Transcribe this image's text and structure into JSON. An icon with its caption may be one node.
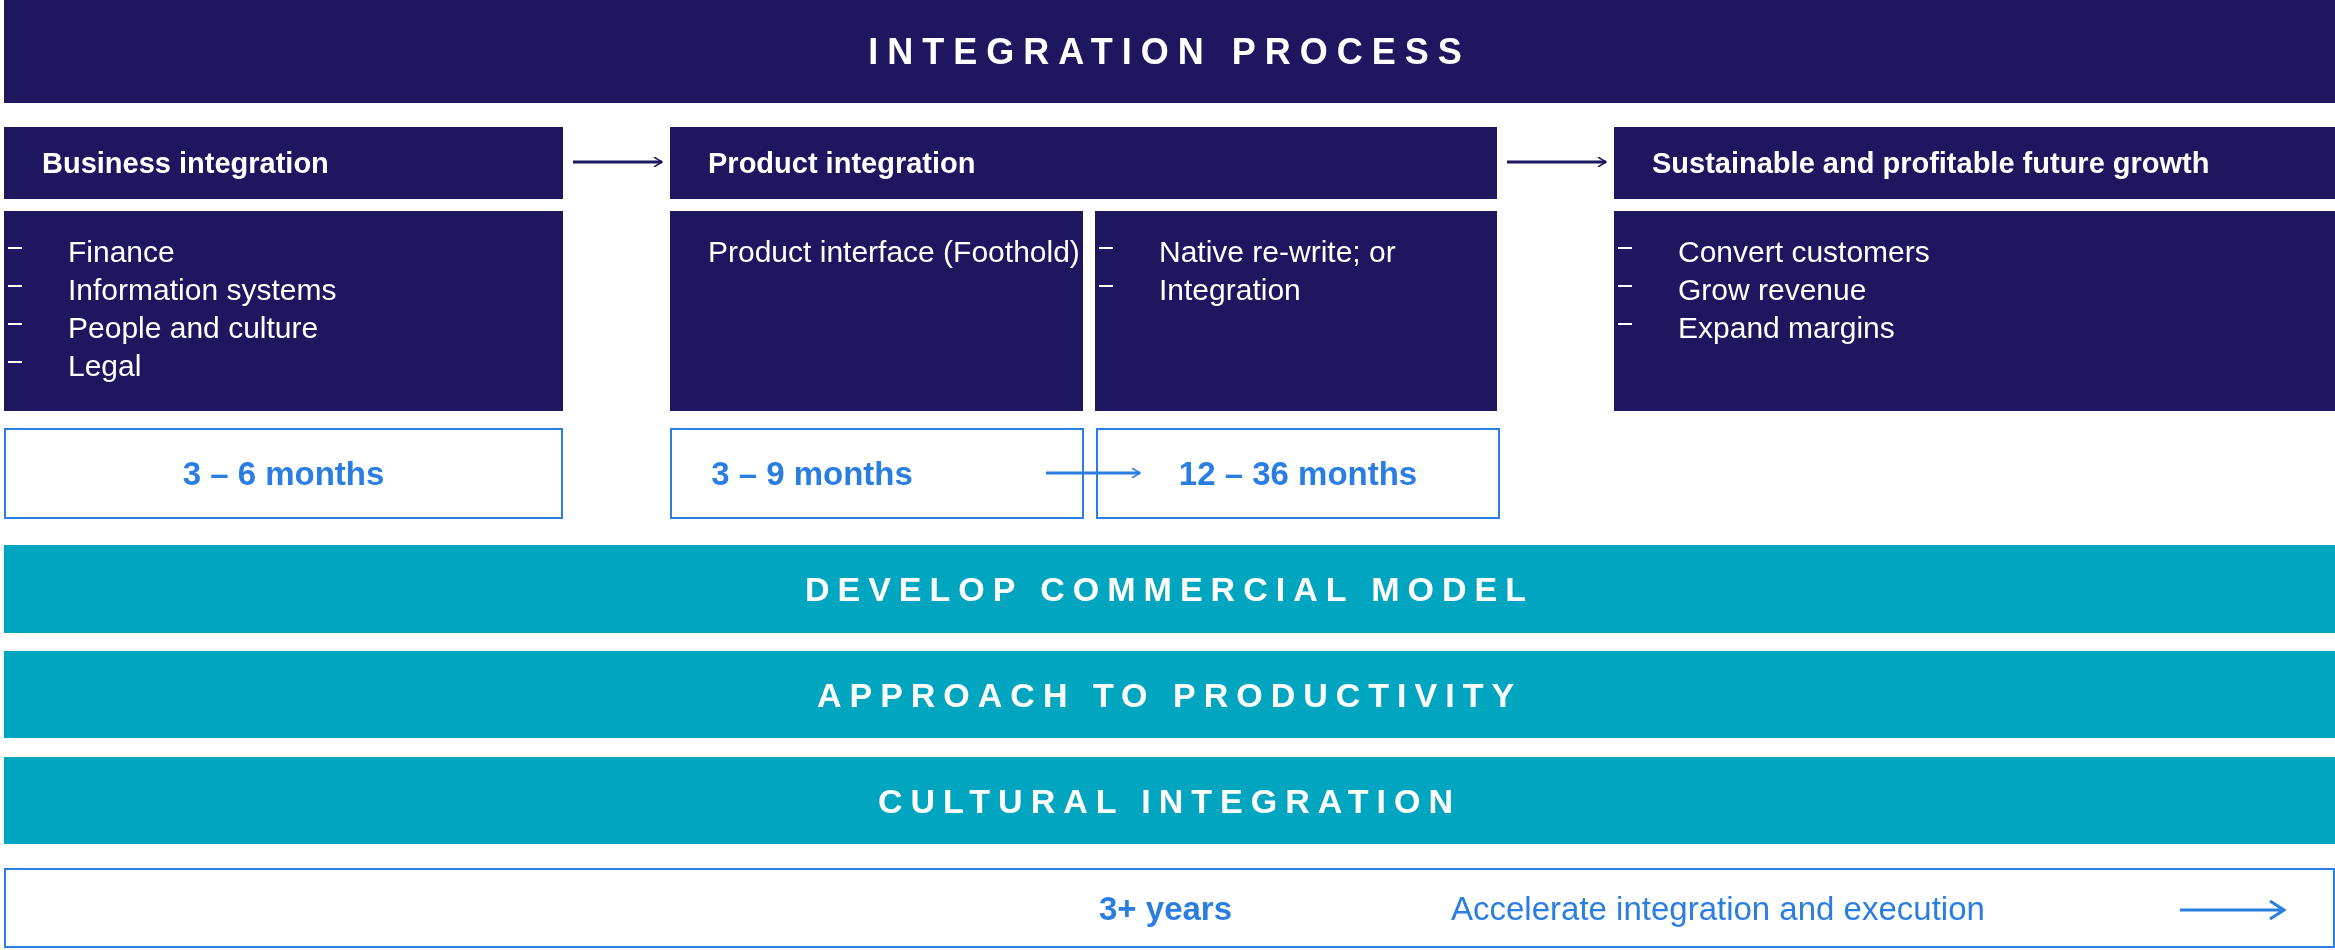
{
  "diagram": {
    "nodes": [
      {
        "text": [
          "INTEGRATION PROCESS"
        ]
      },
      {
        "text": [
          "Business integration"
        ]
      },
      {
        "text": [
          "Finance",
          "Information systems",
          "People and culture",
          "Legal"
        ]
      },
      {
        "text": [
          "3 – 6 months"
        ]
      },
      {
        "text": [
          "Product integration"
        ]
      },
      {
        "text": [
          "Product interface (Foothold)"
        ]
      },
      {
        "text": [
          "Native re-write; or",
          "Integration"
        ]
      },
      {
        "text": [
          "3 – 9 months"
        ]
      },
      {
        "text": [
          "12 – 36 months"
        ]
      },
      {
        "text": [
          "Sustainable and profitable future growth"
        ]
      },
      {
        "text": [
          "Convert customers",
          "Grow revenue",
          "Expand margins"
        ]
      },
      {
        "text": [
          "DEVELOP COMMERCIAL MODEL"
        ]
      },
      {
        "text": [
          "APPROACH TO PRODUCTIVITY"
        ]
      },
      {
        "text": [
          "CULTURAL INTEGRATION"
        ]
      },
      {
        "text": [
          "3+ years",
          "Accelerate integration and execution"
        ]
      }
    ],
    "edges": [
      {
        "from": 1,
        "to": 4,
        "arrow": "to"
      },
      {
        "from": 4,
        "to": 9,
        "arrow": "to"
      },
      {
        "from": 7,
        "to": 8,
        "arrow": "to",
        "color": "#2a7de1"
      }
    ]
  }
}
